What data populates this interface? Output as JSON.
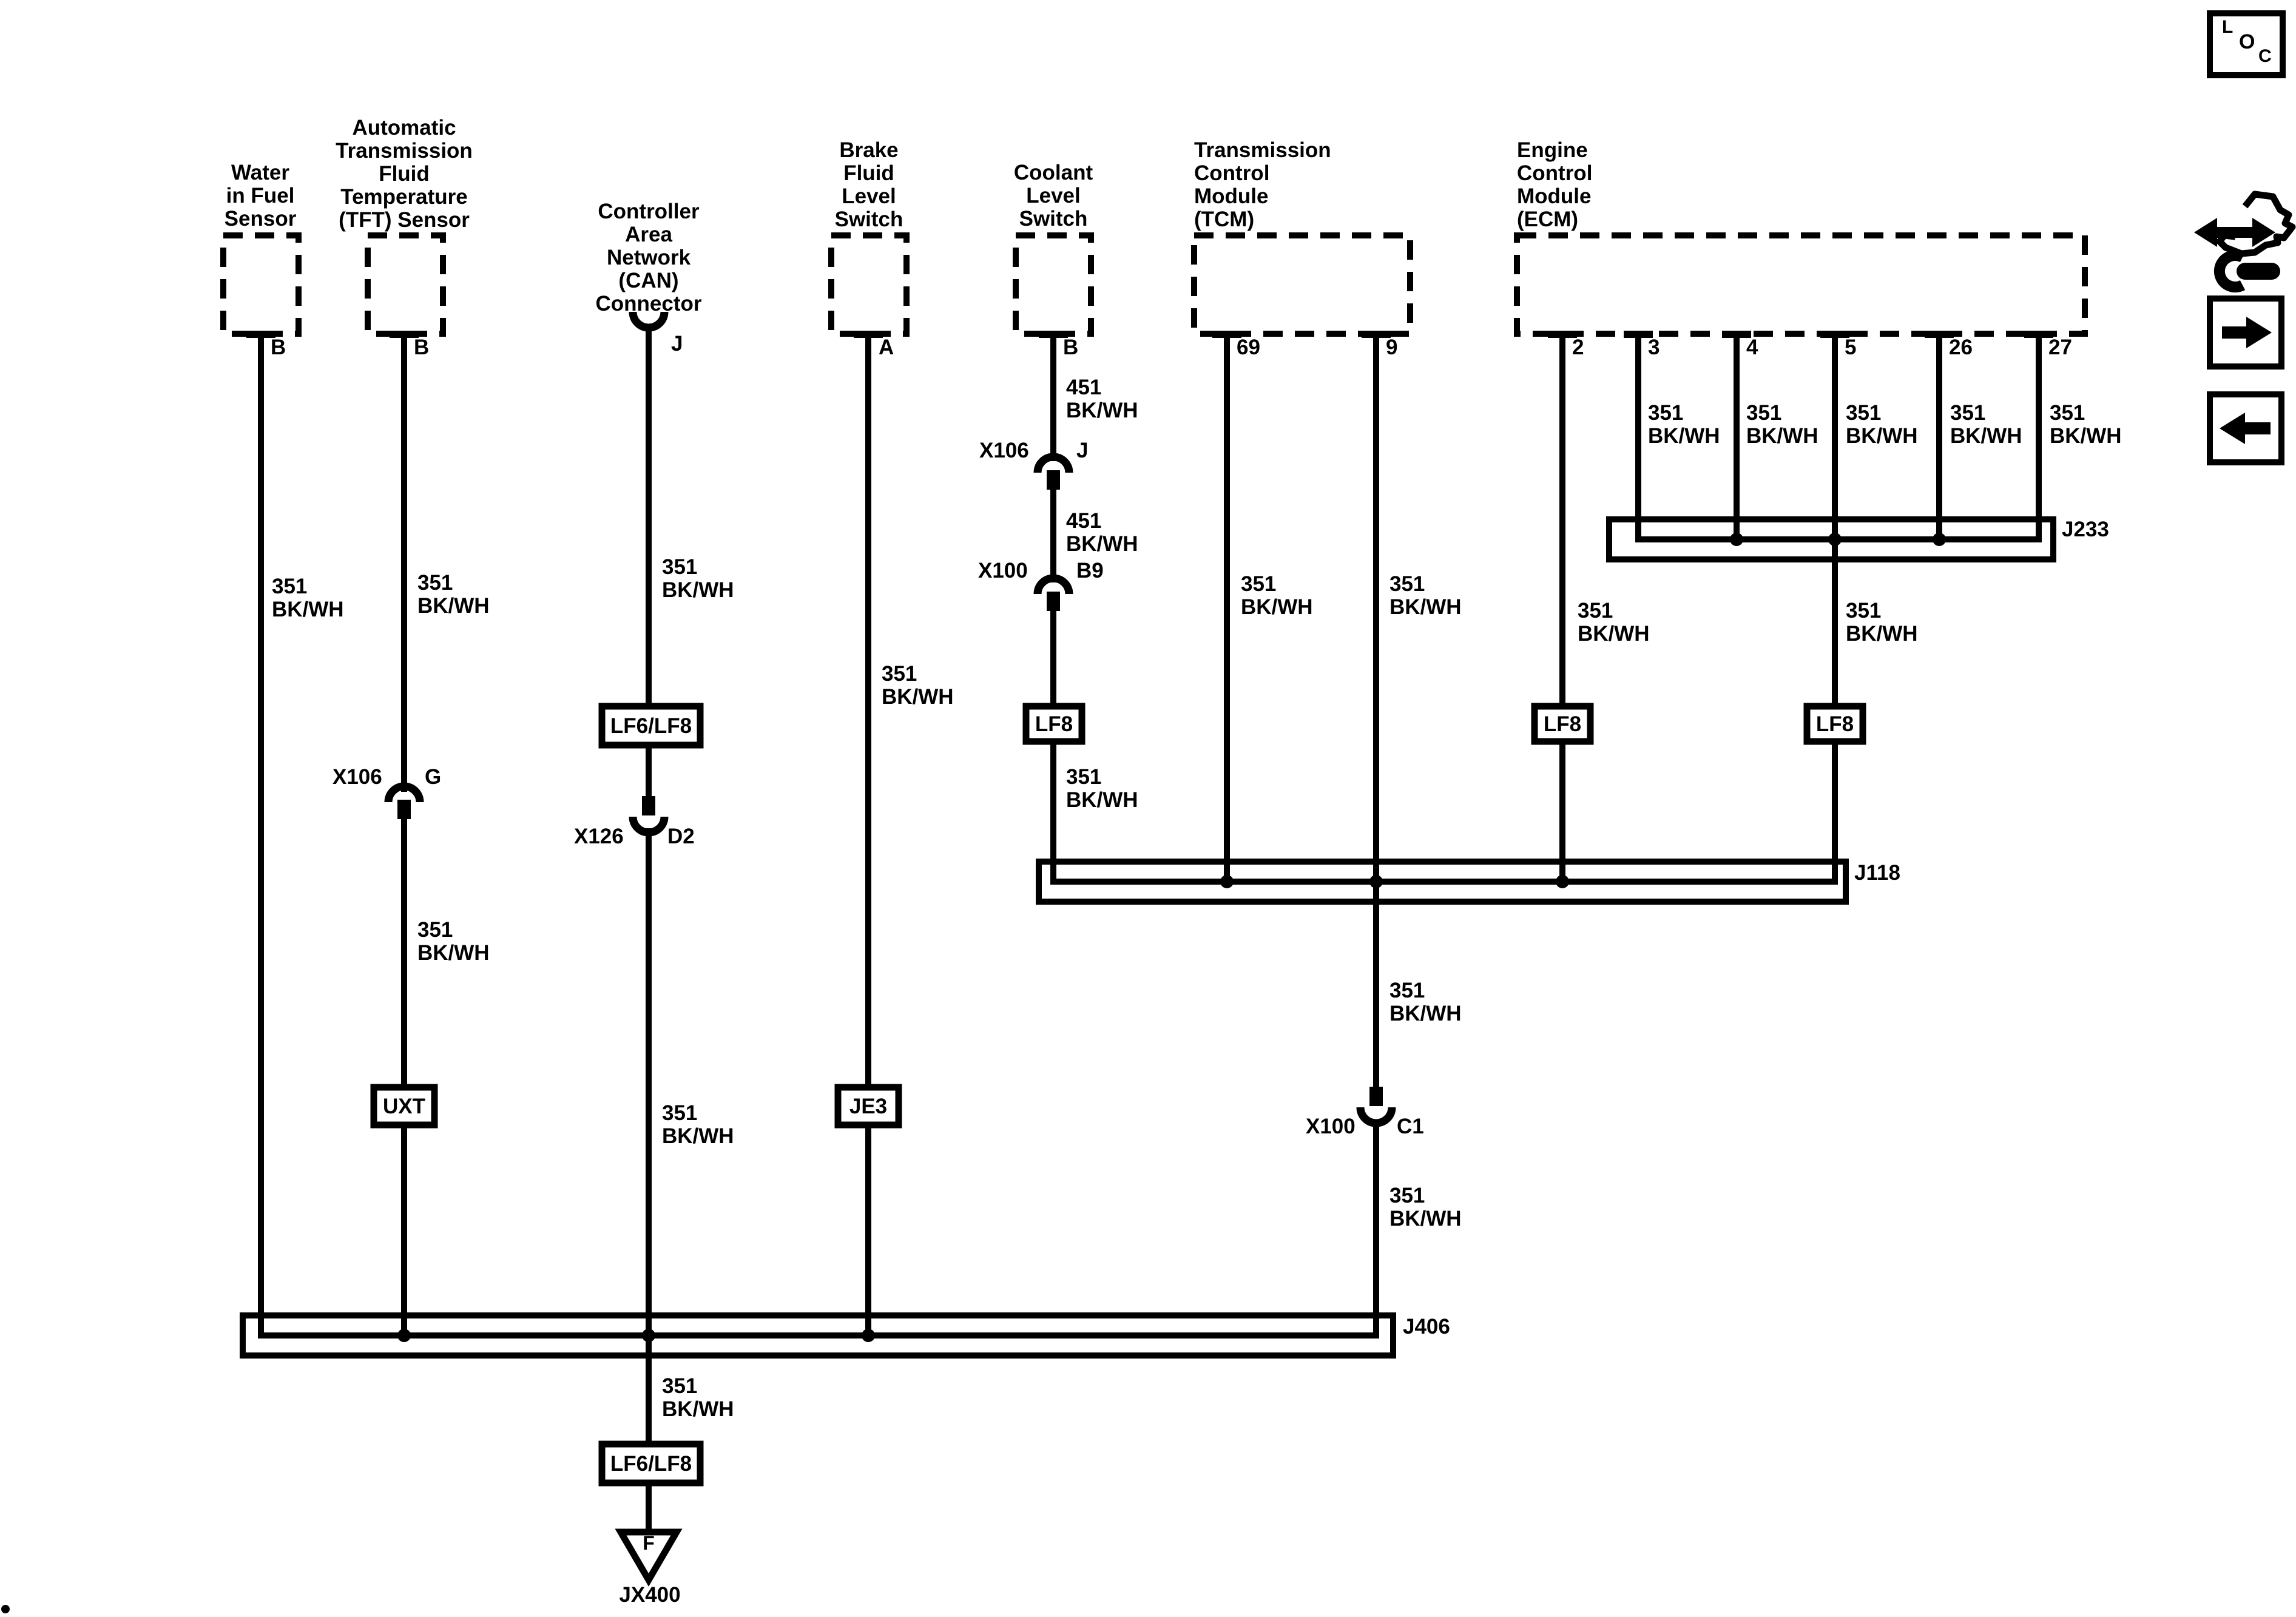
{
  "diagram": {
    "background": "#ffffff",
    "ink": "#000000"
  },
  "loc_badge": {
    "letters": [
      "L",
      "O",
      "C"
    ]
  },
  "components": [
    {
      "id": "water-in-fuel-sensor",
      "name": "Water\nin Fuel\nSensor",
      "pins": [
        "B"
      ]
    },
    {
      "id": "tft-sensor",
      "name": "Automatic\nTransmission\nFluid\nTemperature\n(TFT) Sensor",
      "pins": [
        "B"
      ]
    },
    {
      "id": "can-connector",
      "name": "Controller\nArea\nNetwork\n(CAN)\nConnector",
      "pins": [
        "J"
      ]
    },
    {
      "id": "brake-fluid-level-switch",
      "name": "Brake\nFluid\nLevel\nSwitch",
      "pins": [
        "A"
      ]
    },
    {
      "id": "coolant-level-switch",
      "name": "Coolant\nLevel\nSwitch",
      "pins": [
        "B"
      ]
    },
    {
      "id": "tcm",
      "name": "Transmission\nControl\nModule\n(TCM)",
      "pins": [
        "69",
        "9"
      ]
    },
    {
      "id": "ecm",
      "name": "Engine\nControl\nModule\n(ECM)",
      "pins": [
        "2",
        "3",
        "4",
        "5",
        "26",
        "27"
      ]
    }
  ],
  "wire_labels": {
    "ground": "351\nBK/WH",
    "coolant": "451\nBK/WH"
  },
  "inline_connectors": [
    {
      "name": "X106",
      "cavity": "G"
    },
    {
      "name": "X106",
      "cavity": "J"
    },
    {
      "name": "X100",
      "cavity": "B9"
    },
    {
      "name": "X126",
      "cavity": "D2"
    },
    {
      "name": "X100",
      "cavity": "C1"
    }
  ],
  "splices": {
    "lf6_lf8": "LF6/LF8",
    "lf8": "LF8",
    "uxt": "UXT",
    "je3": "JE3"
  },
  "buses": [
    {
      "label": "J233"
    },
    {
      "label": "J118"
    },
    {
      "label": "J406"
    }
  ],
  "ground_point": {
    "pin": "F",
    "label": "JX400"
  }
}
